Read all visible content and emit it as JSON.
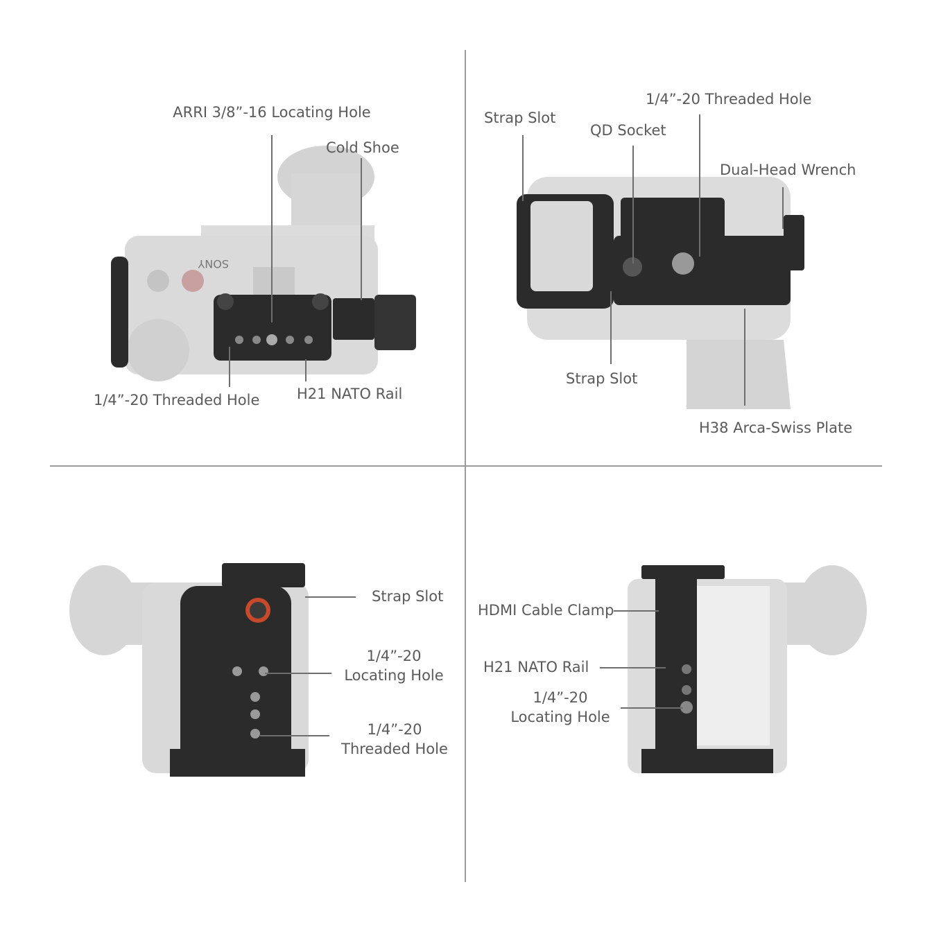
{
  "panels": {
    "top_left": {
      "labels": {
        "arri": "ARRI 3/8”-16 Locating Hole",
        "cold_shoe": "Cold Shoe",
        "threaded_hole": "1/4”-20 Threaded Hole",
        "nato_rail": "H21 NATO Rail"
      },
      "camera_brand": "SONY"
    },
    "top_right": {
      "labels": {
        "strap_slot_top": "Strap Slot",
        "qd_socket": "QD Socket",
        "threaded_hole": "1/4”-20 Threaded Hole",
        "wrench": "Dual-Head Wrench",
        "strap_slot_bottom": "Strap Slot",
        "arca_plate": "H38 Arca-Swiss Plate"
      }
    },
    "bottom_left": {
      "labels": {
        "strap_slot": "Strap Slot",
        "locating_hole_1": "1/4”-20",
        "locating_hole_2": "Locating Hole",
        "threaded_hole_1": "1/4”-20",
        "threaded_hole_2": "Threaded Hole"
      }
    },
    "bottom_right": {
      "labels": {
        "hdmi_clamp": "HDMI Cable Clamp",
        "nato_rail": "H21 NATO Rail",
        "locating_hole_1": "1/4”-20",
        "locating_hole_2": "Locating Hole"
      }
    }
  },
  "colors": {
    "camera": "#d9d9d9",
    "cage": "#2b2b2b",
    "text": "#5a5a5a",
    "divider": "#9a9a9a"
  }
}
